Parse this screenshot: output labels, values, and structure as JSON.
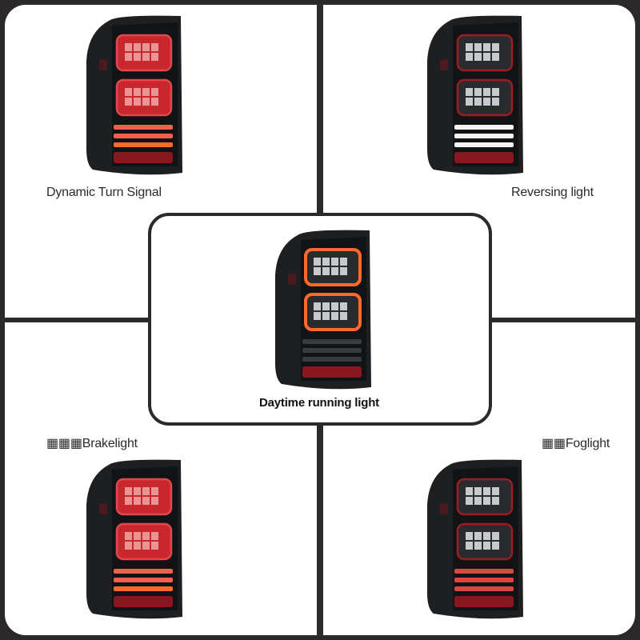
{
  "panels": {
    "top_left": {
      "label": "Dynamic Turn Signal",
      "mode": "turn"
    },
    "top_right": {
      "label": "Reversing light",
      "mode": "reverse"
    },
    "center": {
      "label": "Daytime running light",
      "mode": "drl"
    },
    "bottom_left": {
      "label": "▦▦▦Brakelight",
      "mode": "brake"
    },
    "bottom_right": {
      "label": "▦▦Foglight",
      "mode": "fog"
    }
  },
  "colors": {
    "frame": "#2b2929",
    "housing": "#1e1f21",
    "lens_red": "#8a1620",
    "glow_red": "#ff3a2a",
    "glow_orange": "#ff6a2a",
    "white_led": "#f4f4f4"
  },
  "icons": {
    "lamp": "led-tail-light-icon"
  }
}
